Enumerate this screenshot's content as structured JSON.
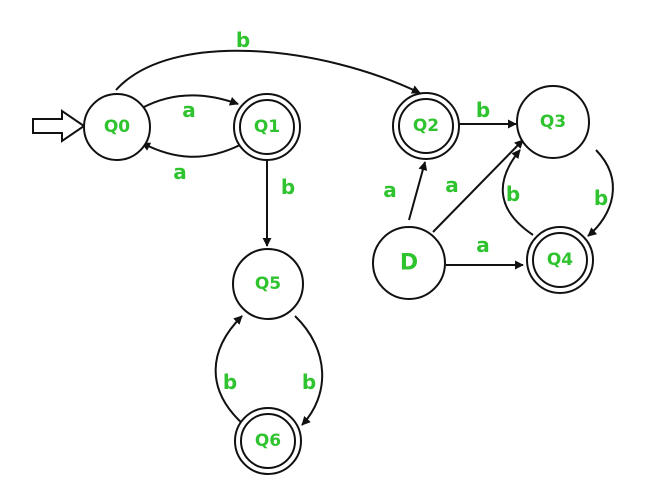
{
  "colors": {
    "label": "#2fc42f",
    "stroke": "#111111",
    "background": "#ffffff"
  },
  "states": [
    {
      "id": "Q0",
      "label": "Q0",
      "accepting": false,
      "start": true
    },
    {
      "id": "Q1",
      "label": "Q1",
      "accepting": true,
      "start": false
    },
    {
      "id": "Q2",
      "label": "Q2",
      "accepting": true,
      "start": false
    },
    {
      "id": "Q3",
      "label": "Q3",
      "accepting": false,
      "start": false
    },
    {
      "id": "Q4",
      "label": "Q4",
      "accepting": true,
      "start": false
    },
    {
      "id": "Q5",
      "label": "Q5",
      "accepting": false,
      "start": false
    },
    {
      "id": "Q6",
      "label": "Q6",
      "accepting": true,
      "start": false
    },
    {
      "id": "D",
      "label": "D",
      "accepting": false,
      "start": false
    }
  ],
  "transitions": [
    {
      "from": "Q0",
      "to": "Q2",
      "symbol": "b"
    },
    {
      "from": "Q0",
      "to": "Q1",
      "symbol": "a"
    },
    {
      "from": "Q1",
      "to": "Q0",
      "symbol": "a"
    },
    {
      "from": "Q1",
      "to": "Q5",
      "symbol": "b"
    },
    {
      "from": "Q2",
      "to": "Q3",
      "symbol": "b"
    },
    {
      "from": "Q3",
      "to": "Q4",
      "symbol": "b"
    },
    {
      "from": "Q4",
      "to": "Q3",
      "symbol": "b"
    },
    {
      "from": "D",
      "to": "Q2",
      "symbol": "a"
    },
    {
      "from": "D",
      "to": "Q3",
      "symbol": "a"
    },
    {
      "from": "D",
      "to": "Q4",
      "symbol": "a"
    },
    {
      "from": "Q5",
      "to": "Q6",
      "symbol": "b"
    },
    {
      "from": "Q6",
      "to": "Q5",
      "symbol": "b"
    }
  ]
}
